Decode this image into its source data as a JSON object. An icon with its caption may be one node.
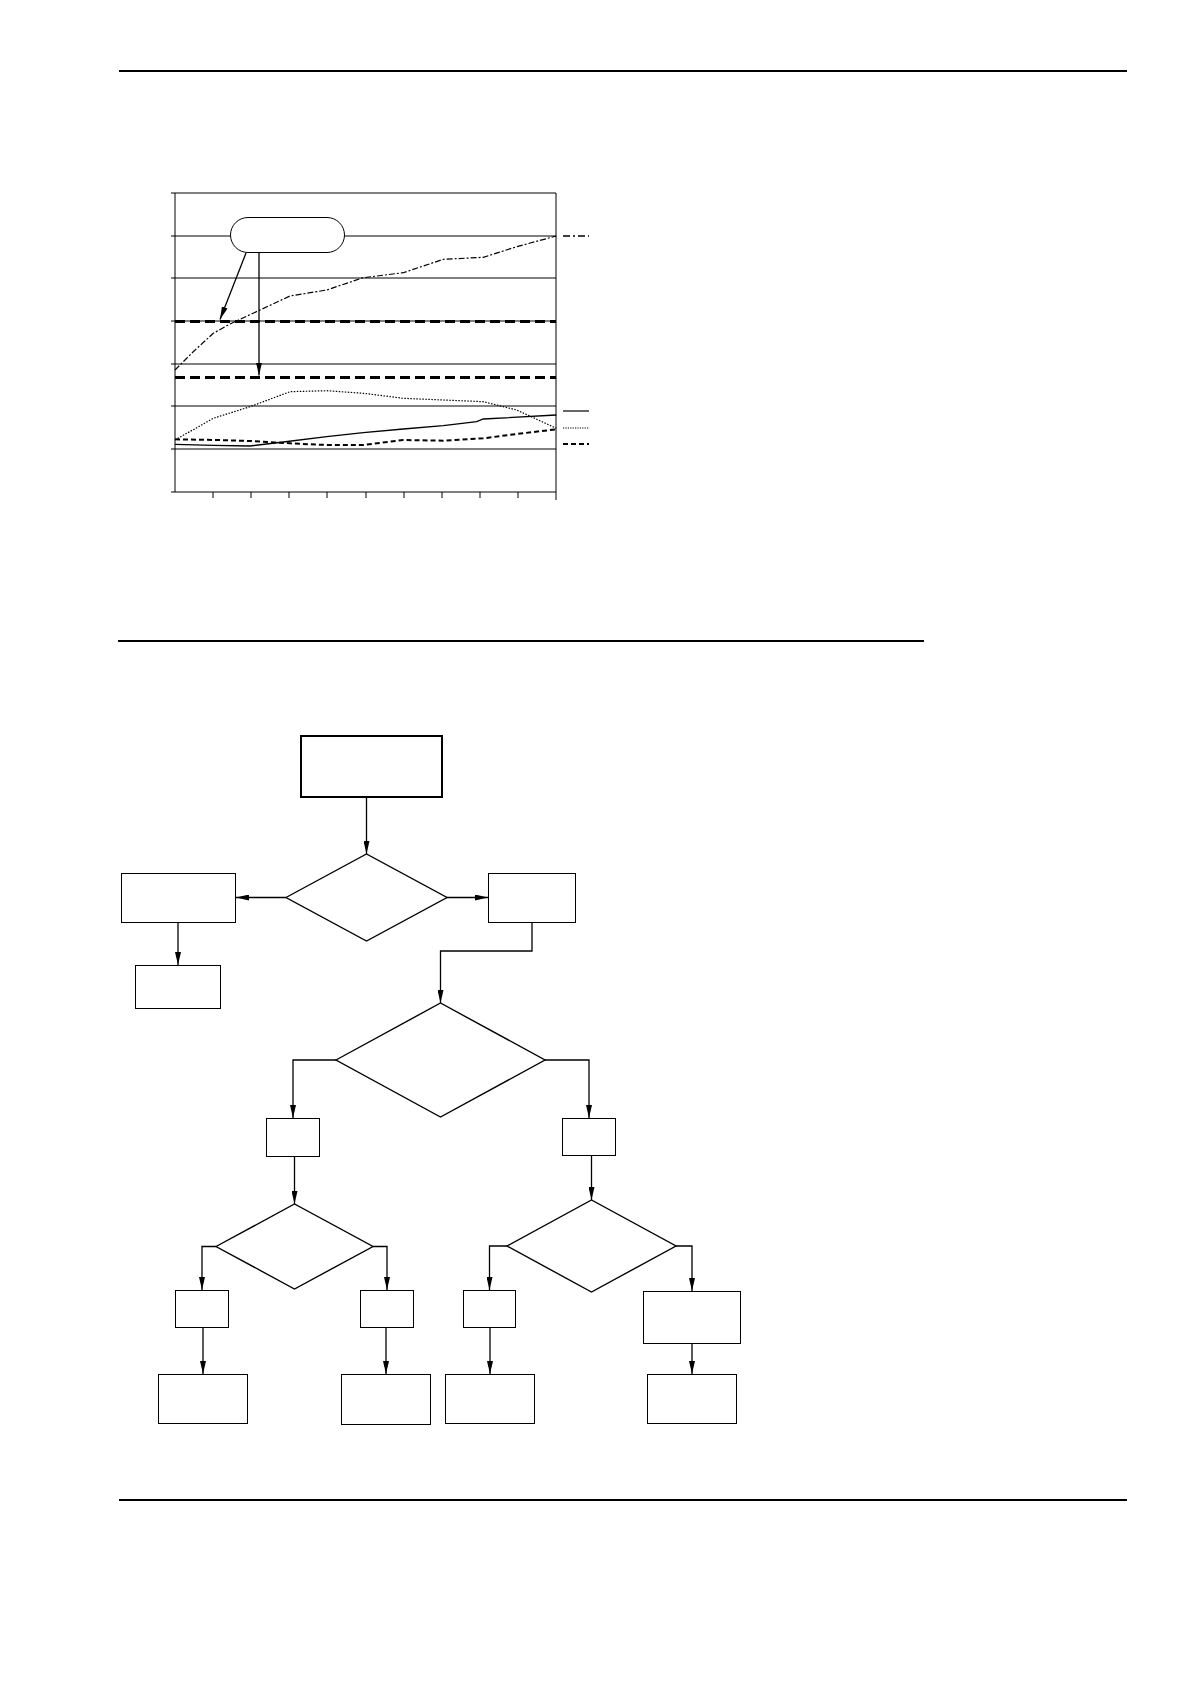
{
  "diagram": {
    "nodes": [
      {
        "text": [],
        "shape": "box"
      },
      {
        "text": [],
        "shape": "line"
      },
      {
        "text": [],
        "shape": "line"
      },
      {
        "text": [],
        "shape": "box"
      },
      {
        "text": [],
        "shape": "box"
      },
      {
        "text": [],
        "shape": "diamond"
      },
      {
        "text": [],
        "shape": "box"
      },
      {
        "text": [],
        "shape": "box"
      },
      {
        "text": [],
        "shape": "diamond"
      },
      {
        "text": [],
        "shape": "box"
      },
      {
        "text": [],
        "shape": "box"
      },
      {
        "text": [],
        "shape": "diamond"
      },
      {
        "text": [],
        "shape": "diamond"
      },
      {
        "text": [],
        "shape": "box"
      },
      {
        "text": [],
        "shape": "box"
      },
      {
        "text": [],
        "shape": "box"
      },
      {
        "text": [],
        "shape": "box"
      },
      {
        "text": [],
        "shape": "box"
      },
      {
        "text": [],
        "shape": "box"
      },
      {
        "text": [],
        "shape": "box"
      },
      {
        "text": [],
        "shape": "box"
      }
    ],
    "edges": [
      {
        "from": 0,
        "to": 1,
        "arrow": "to"
      },
      {
        "from": 0,
        "to": 2,
        "arrow": "to"
      },
      {
        "from": 3,
        "to": 5,
        "arrow": "to"
      },
      {
        "from": 5,
        "to": 4,
        "arrow": "to"
      },
      {
        "from": 5,
        "to": 6,
        "arrow": "to"
      },
      {
        "from": 4,
        "to": 7,
        "arrow": "to"
      },
      {
        "from": 6,
        "to": 8,
        "arrow": "to"
      },
      {
        "from": 8,
        "to": 9,
        "arrow": "to"
      },
      {
        "from": 8,
        "to": 10,
        "arrow": "to"
      },
      {
        "from": 9,
        "to": 11,
        "arrow": "to"
      },
      {
        "from": 10,
        "to": 12,
        "arrow": "to"
      },
      {
        "from": 11,
        "to": 13,
        "arrow": "to"
      },
      {
        "from": 11,
        "to": 14,
        "arrow": "to"
      },
      {
        "from": 12,
        "to": 15,
        "arrow": "to"
      },
      {
        "from": 12,
        "to": 16,
        "arrow": "to"
      },
      {
        "from": 13,
        "to": 17,
        "arrow": "to"
      },
      {
        "from": 14,
        "to": 18,
        "arrow": "to"
      },
      {
        "from": 15,
        "to": 19,
        "arrow": "to"
      },
      {
        "from": 16,
        "to": 20,
        "arrow": "to"
      }
    ]
  }
}
